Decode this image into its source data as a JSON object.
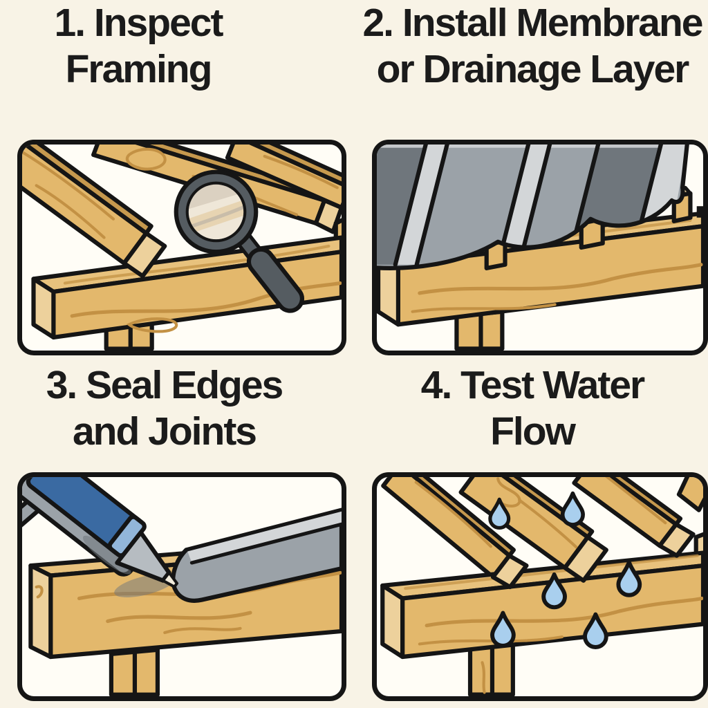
{
  "colors": {
    "background": "#F8F3E6",
    "panel_bg": "#FFFDF6",
    "outline": "#151515",
    "text": "#1B1B1B",
    "wood": "#E3B86C",
    "wood_top": "#E8C27D",
    "wood_light": "#EDD19C",
    "wood_dark": "#C6994E",
    "wood_grain": "#C39144",
    "slate": "#555C61",
    "glass": "#EFE7D8",
    "glass_shade": "#DBD1C1",
    "glass_wood": "#E6D2AE",
    "metal_dark": "#6F767C",
    "metal_mid": "#9BA2A8",
    "metal_light": "#D3D6D8",
    "caulk_blue": "#3A6AA2",
    "caulk_blue_light": "#92B6DA",
    "nozzle": "#B6BCC1",
    "sealant": "#F2ECDC",
    "water": "#A9CFEE"
  },
  "steps": [
    {
      "number": "1",
      "title": "1. Inspect Framing",
      "line1": "1. Inspect",
      "line2": "Framing"
    },
    {
      "number": "2",
      "title": "2. Install Membrane or Drainage Layer",
      "line1": "2. Install Membrane",
      "line2": "or Drainage Layer"
    },
    {
      "number": "3",
      "title": "3. Seal Edges and Joints",
      "line1": "3. Seal Edges",
      "line2": "and Joints"
    },
    {
      "number": "4",
      "title": "4. Test Water Flow",
      "line1": "4. Test Water",
      "line2": "Flow"
    }
  ]
}
